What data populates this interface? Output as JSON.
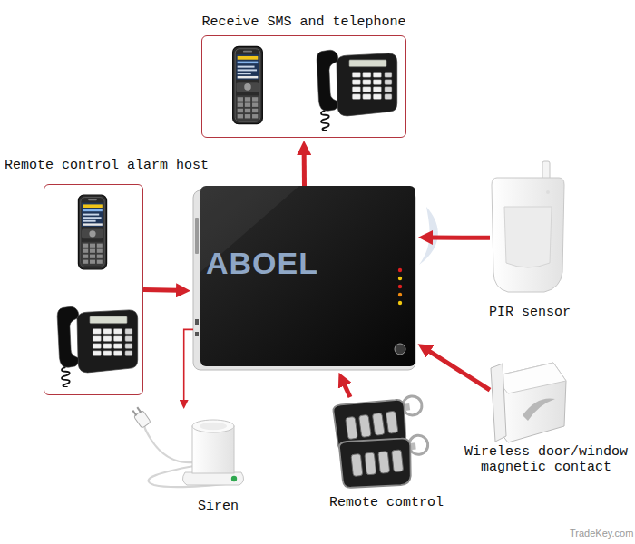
{
  "diagram": {
    "nodes": [
      {
        "text": [
          "Receive SMS and telephone"
        ]
      },
      {
        "text": [
          "Remote control alarm host"
        ]
      },
      {
        "text": [
          "ABOEL"
        ]
      },
      {
        "text": [
          "PIR sensor"
        ]
      },
      {
        "text": [
          "Wireless door/window magnetic contact"
        ]
      },
      {
        "text": [
          "Siren"
        ]
      },
      {
        "text": [
          "Remote comtrol"
        ]
      }
    ],
    "edges": [
      {
        "from": 2,
        "to": 0,
        "arrow": "to"
      },
      {
        "from": 1,
        "to": 2,
        "arrow": "to"
      },
      {
        "from": 3,
        "to": 2,
        "arrow": "to"
      },
      {
        "from": 4,
        "to": 2,
        "arrow": "to"
      },
      {
        "from": 6,
        "to": 2,
        "arrow": "to"
      },
      {
        "from": 2,
        "to": 5,
        "arrow": "to"
      }
    ],
    "labels": [
      "TradeKey.com"
    ]
  }
}
